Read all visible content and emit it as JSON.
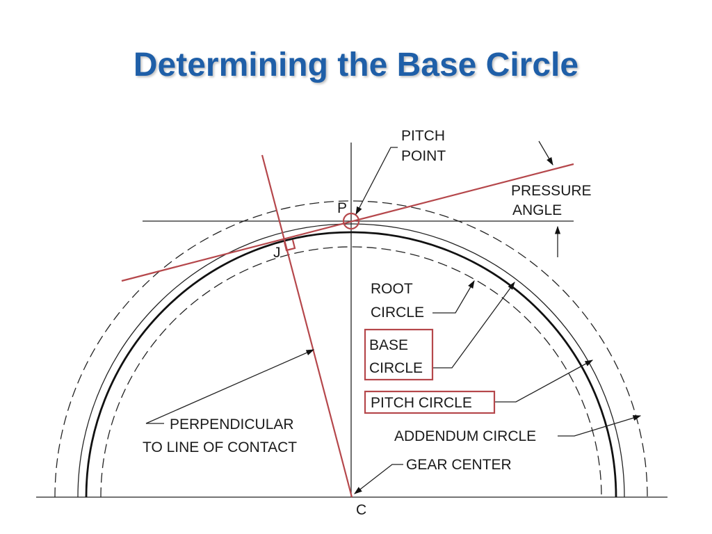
{
  "title": "Determining the Base Circle",
  "labels": {
    "pitch_point_line1": "PITCH",
    "pitch_point_line2": "POINT",
    "pressure_angle_line1": "PRESSURE",
    "pressure_angle_line2": "ANGLE",
    "point_p": "P",
    "point_j": "J",
    "point_c": "C",
    "root_circle_line1": "ROOT",
    "root_circle_line2": "CIRCLE",
    "base_circle_line1": "BASE",
    "base_circle_line2": "CIRCLE",
    "pitch_circle": "PITCH CIRCLE",
    "addendum_circle": "ADDENDUM CIRCLE",
    "perpendicular_line1": "PERPENDICULAR",
    "perpendicular_line2": "TO LINE OF CONTACT",
    "gear_center": "GEAR CENTER"
  },
  "colors": {
    "title": "#1F5FA8",
    "highlight": "#B5474B",
    "line": "#222222"
  }
}
